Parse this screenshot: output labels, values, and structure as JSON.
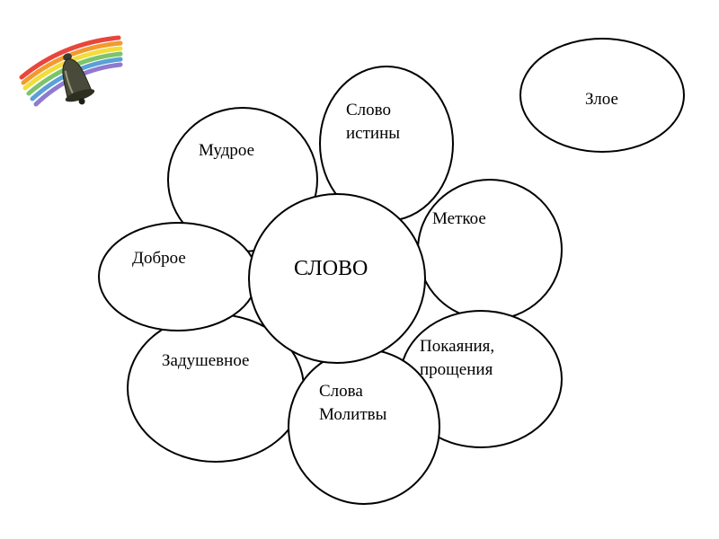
{
  "center": {
    "label": "СЛОВО"
  },
  "petals": [
    {
      "label": "Мудрое"
    },
    {
      "lines": [
        "Слово",
        "истины"
      ]
    },
    {
      "label": "Меткое"
    },
    {
      "label": "Доброе"
    },
    {
      "lines": [
        "Покаяния,",
        "прощения"
      ]
    },
    {
      "label": "Задушевное"
    },
    {
      "lines": [
        "Слова",
        "Молитвы"
      ]
    }
  ],
  "separate": {
    "label": "Злое"
  },
  "decoration": {
    "icon": "bell-with-rainbow-icon",
    "rainbow_colors": [
      "#e8463c",
      "#f39a2d",
      "#f2dd3c",
      "#7cc46a",
      "#5aa0d8",
      "#8f7ad0"
    ]
  }
}
